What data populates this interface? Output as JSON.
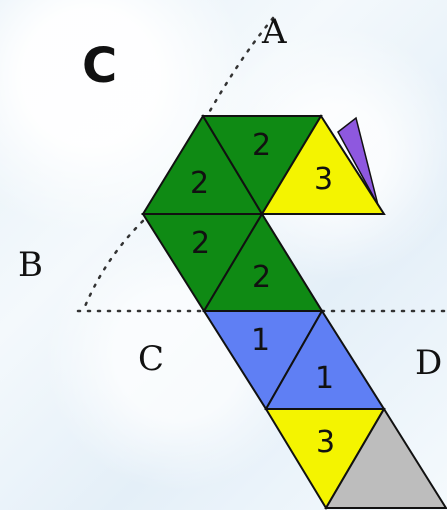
{
  "diagram": {
    "top_left_letter": "C",
    "point_a": "A",
    "point_b": "B",
    "point_c": "C",
    "point_d": "D",
    "triangle_labels": {
      "t1": "2",
      "t2": "2",
      "t3": "3",
      "t4": "2",
      "t5": "2",
      "t6": "1",
      "t7": "1",
      "t8": "3"
    },
    "colors": {
      "dark_green": "#0f8a14",
      "yellow": "#f4f400",
      "blue": "#5f7ff4",
      "gray": "#bdbdbd",
      "purple": "#8e58df",
      "outline": "#111111",
      "dot": "#333333"
    }
  }
}
